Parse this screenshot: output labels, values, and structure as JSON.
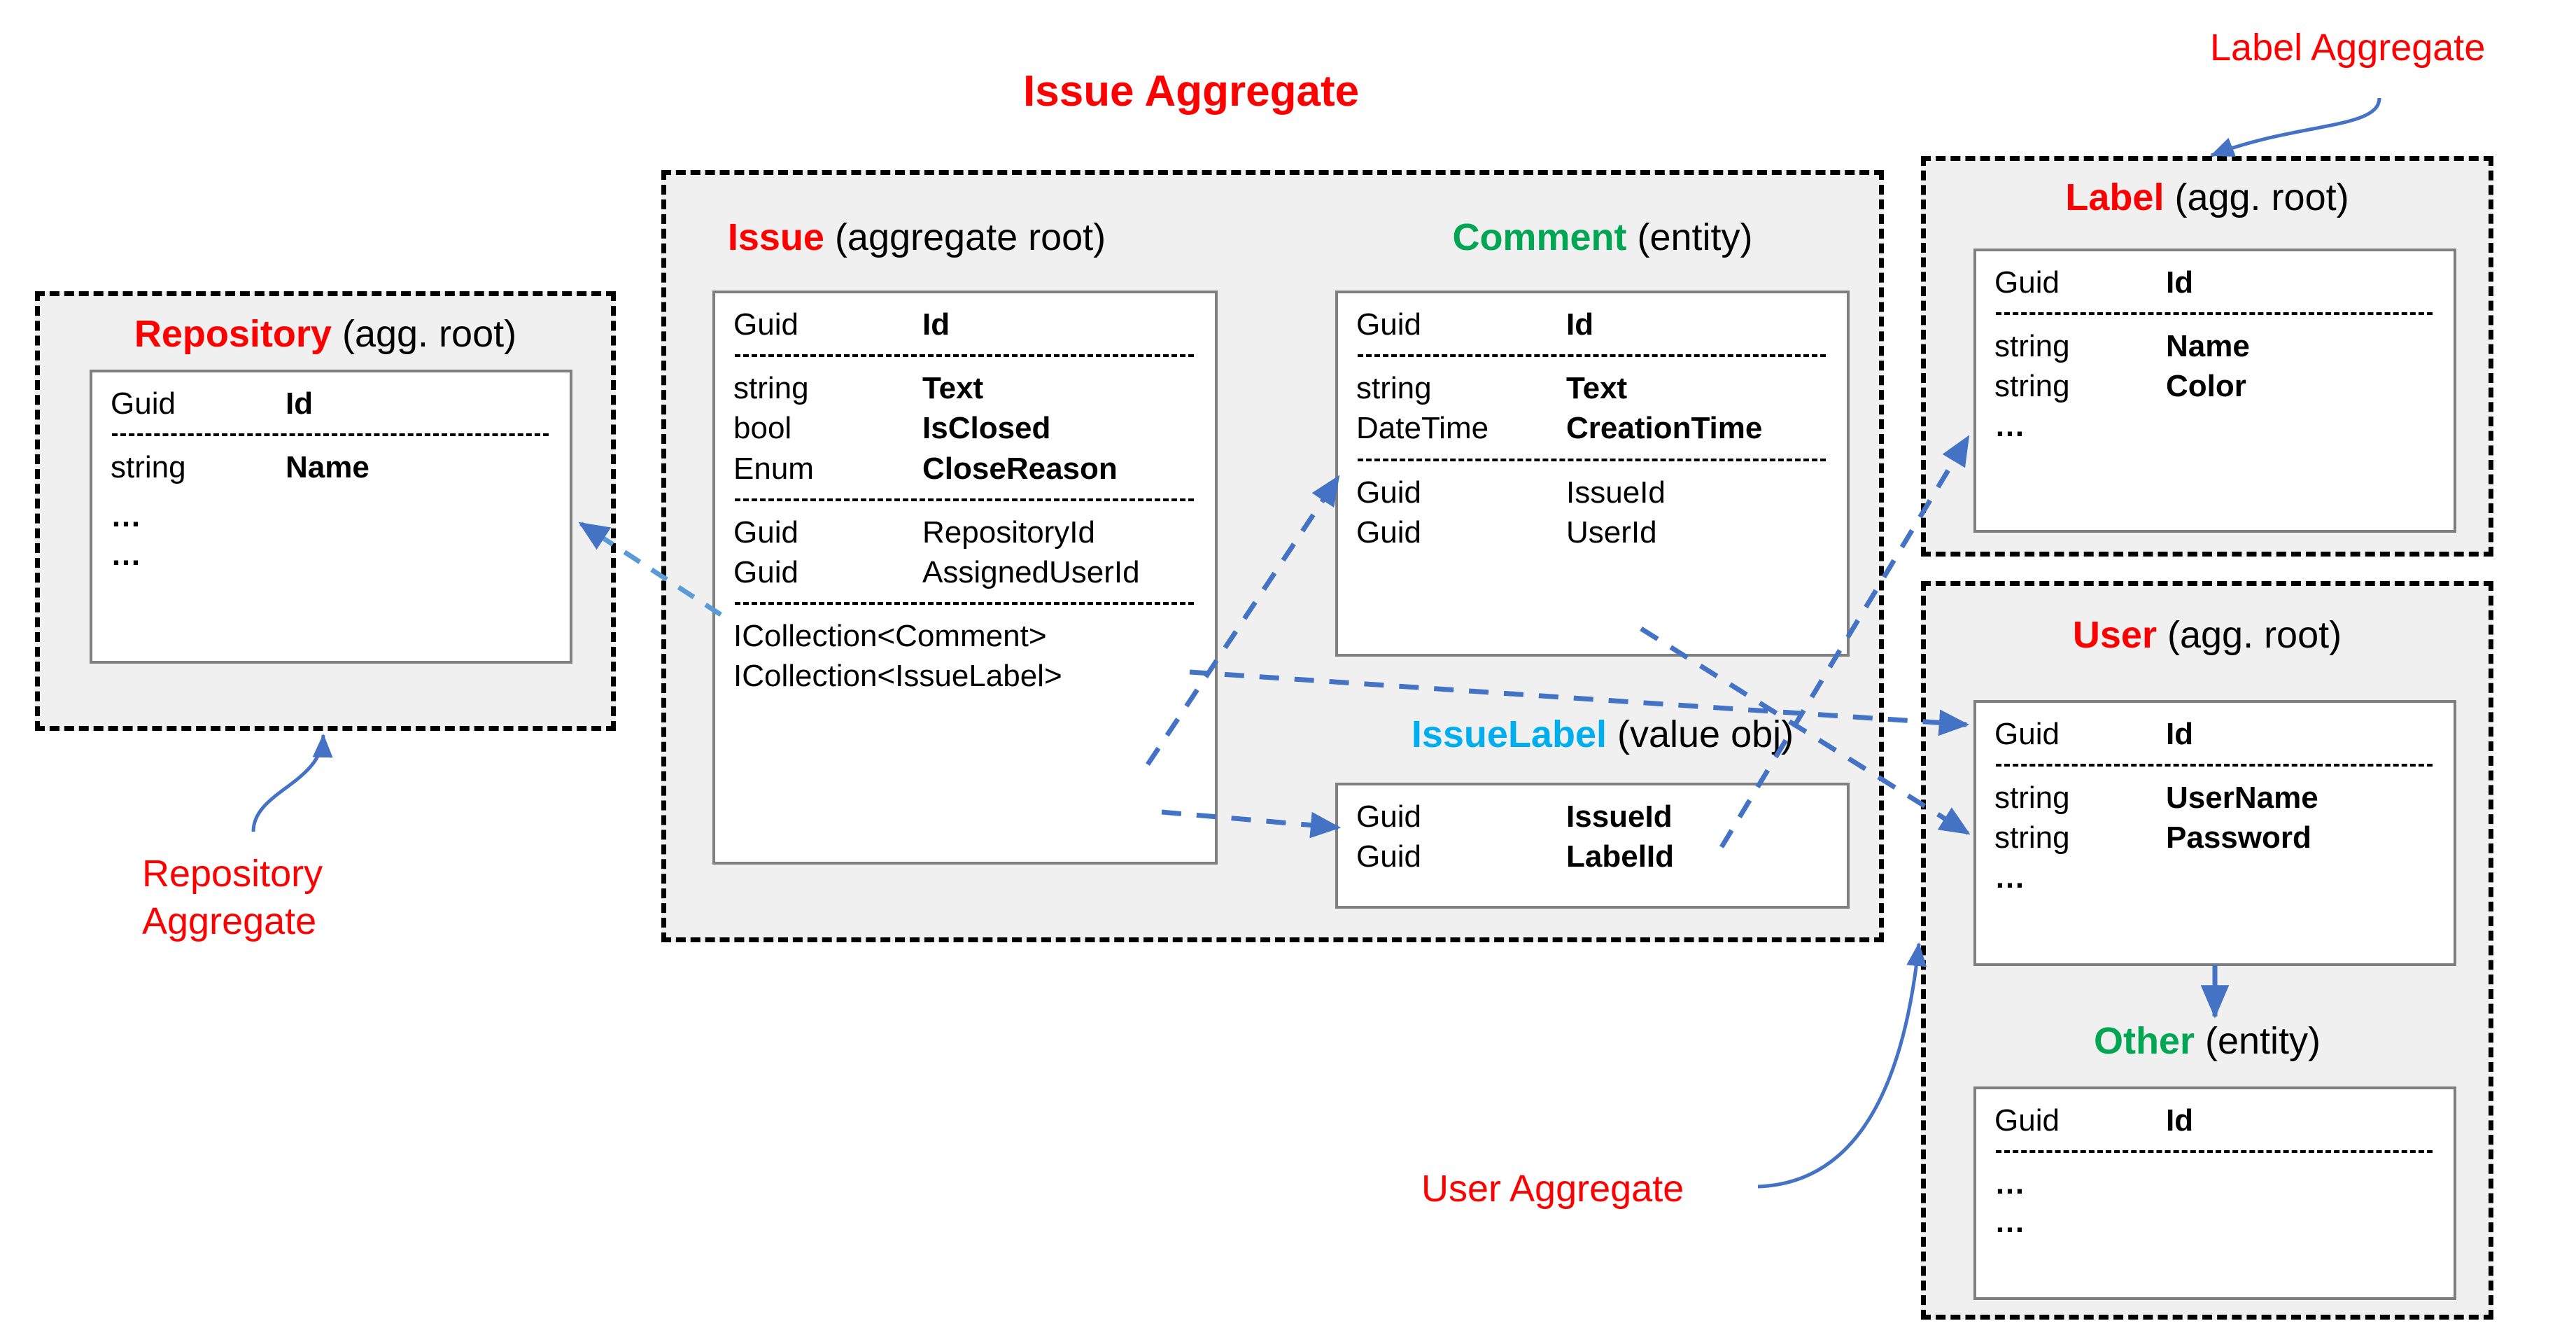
{
  "diagram": {
    "title": "Issue Aggregate",
    "colors": {
      "aggregate_root": "#FF0000",
      "entity": "#00A651",
      "value_object": "#00AEEF",
      "relation_arrow": "#4472C4",
      "container_fill": "#F0F0F0",
      "container_border": "#000000",
      "entity_border": "#7F7F7F"
    },
    "callouts": [
      {
        "id": "label-aggregate",
        "text": "Label Aggregate"
      },
      {
        "id": "repository-aggregate",
        "text": "Repository\nAggregate"
      },
      {
        "id": "user-aggregate",
        "text": "User Aggregate"
      }
    ],
    "classes": [
      {
        "id": "repository",
        "name": "Repository",
        "kind": "(agg. root)",
        "stereotype": "aggregate-root",
        "sections": [
          {
            "rows": [
              {
                "type": "Guid",
                "prop": "Id",
                "bold": true
              }
            ]
          },
          {
            "rows": [
              {
                "type": "string",
                "prop": "Name",
                "bold": true
              },
              {
                "type": "…",
                "prop": "",
                "bold": false
              },
              {
                "type": "…",
                "prop": "",
                "bold": false
              }
            ]
          }
        ]
      },
      {
        "id": "issue",
        "name": "Issue",
        "kind": "(aggregate root)",
        "stereotype": "aggregate-root",
        "sections": [
          {
            "rows": [
              {
                "type": "Guid",
                "prop": "Id",
                "bold": true
              }
            ]
          },
          {
            "rows": [
              {
                "type": "string",
                "prop": "Text",
                "bold": true
              },
              {
                "type": "bool",
                "prop": "IsClosed",
                "bold": true
              },
              {
                "type": "Enum",
                "prop": "CloseReason",
                "bold": true
              }
            ]
          },
          {
            "rows": [
              {
                "type": "Guid",
                "prop": "RepositoryId",
                "bold": false
              },
              {
                "type": "Guid",
                "prop": "AssignedUserId",
                "bold": false
              }
            ]
          },
          {
            "rows": [
              {
                "type": "ICollection<Comment>",
                "prop": "",
                "bold": false
              },
              {
                "type": "ICollection<IssueLabel>",
                "prop": "",
                "bold": false
              }
            ]
          }
        ]
      },
      {
        "id": "comment",
        "name": "Comment",
        "kind": "(entity)",
        "stereotype": "entity",
        "sections": [
          {
            "rows": [
              {
                "type": "Guid",
                "prop": "Id",
                "bold": true
              }
            ]
          },
          {
            "rows": [
              {
                "type": "string",
                "prop": "Text",
                "bold": true
              },
              {
                "type": "DateTime",
                "prop": "CreationTime",
                "bold": true
              }
            ]
          },
          {
            "rows": [
              {
                "type": "Guid",
                "prop": "IssueId",
                "bold": false
              },
              {
                "type": "Guid",
                "prop": "UserId",
                "bold": false
              }
            ]
          }
        ]
      },
      {
        "id": "issuelabel",
        "name": "IssueLabel",
        "kind": "(value obj)",
        "stereotype": "value-object",
        "sections": [
          {
            "rows": [
              {
                "type": "Guid",
                "prop": "IssueId",
                "bold": true
              },
              {
                "type": "Guid",
                "prop": "LabelId",
                "bold": true
              }
            ]
          }
        ]
      },
      {
        "id": "label",
        "name": "Label",
        "kind": "(agg. root)",
        "stereotype": "aggregate-root",
        "sections": [
          {
            "rows": [
              {
                "type": "Guid",
                "prop": "Id",
                "bold": true
              }
            ]
          },
          {
            "rows": [
              {
                "type": "string",
                "prop": "Name",
                "bold": true
              },
              {
                "type": "string",
                "prop": "Color",
                "bold": true
              },
              {
                "type": "…",
                "prop": "",
                "bold": false
              }
            ]
          }
        ]
      },
      {
        "id": "user",
        "name": "User",
        "kind": "(agg. root)",
        "stereotype": "aggregate-root",
        "sections": [
          {
            "rows": [
              {
                "type": "Guid",
                "prop": "Id",
                "bold": true
              }
            ]
          },
          {
            "rows": [
              {
                "type": "string",
                "prop": "UserName",
                "bold": true
              },
              {
                "type": "string",
                "prop": "Password",
                "bold": true
              },
              {
                "type": "…",
                "prop": "",
                "bold": false
              }
            ]
          }
        ]
      },
      {
        "id": "other",
        "name": "Other",
        "kind": "(entity)",
        "stereotype": "entity",
        "sections": [
          {
            "rows": [
              {
                "type": "Guid",
                "prop": "Id",
                "bold": true
              }
            ]
          },
          {
            "rows": [
              {
                "type": "…",
                "prop": "",
                "bold": false
              },
              {
                "type": "…",
                "prop": "",
                "bold": false
              }
            ]
          }
        ]
      }
    ],
    "relations": [
      {
        "from": "issue.RepositoryId",
        "to": "repository",
        "style": "dashed"
      },
      {
        "from": "issue.ICollection<Comment>",
        "to": "comment",
        "style": "dashed"
      },
      {
        "from": "issue.ICollection<IssueLabel>",
        "to": "issuelabel",
        "style": "dashed"
      },
      {
        "from": "issue.AssignedUserId",
        "to": "user",
        "style": "dashed"
      },
      {
        "from": "comment.UserId",
        "to": "user",
        "style": "dashed"
      },
      {
        "from": "issuelabel.LabelId",
        "to": "label",
        "style": "dashed"
      },
      {
        "from": "user",
        "to": "other",
        "style": "solid"
      }
    ]
  }
}
